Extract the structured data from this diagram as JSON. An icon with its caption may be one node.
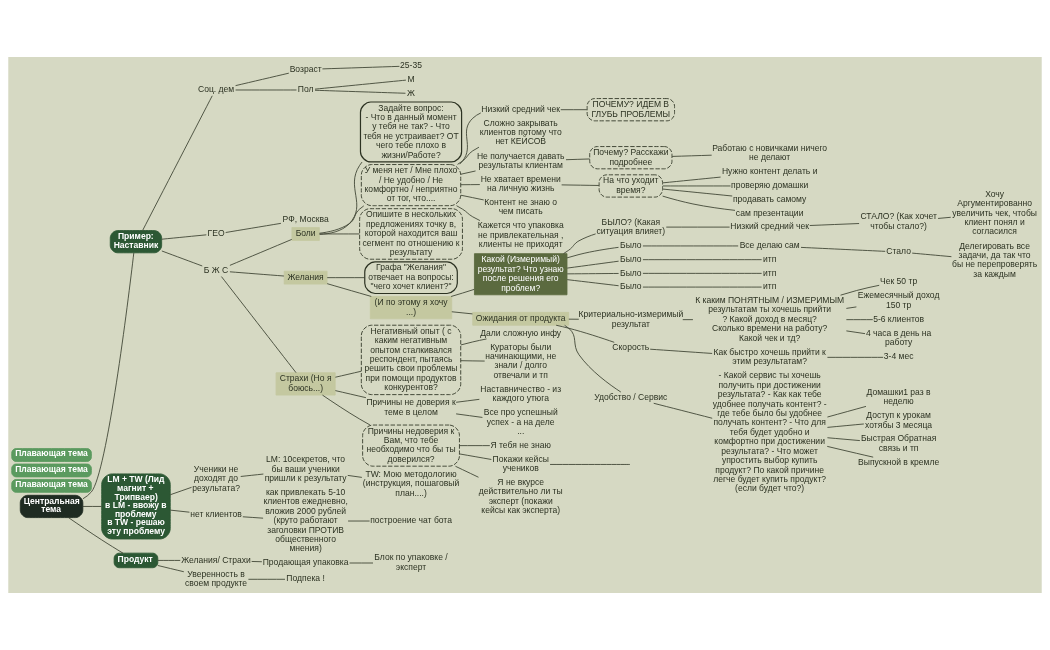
{
  "diagram": {
    "nodes": [
      {
        "text": [
          "Центральная тема"
        ]
      },
      {
        "text": [
          "Пример:",
          "Наставник"
        ]
      },
      {
        "text": [
          "Соц. дем"
        ]
      },
      {
        "text": [
          "Возраст"
        ]
      },
      {
        "text": [
          "25-35"
        ]
      },
      {
        "text": [
          "Пол"
        ]
      },
      {
        "text": [
          "М"
        ]
      },
      {
        "text": [
          "Ж"
        ]
      },
      {
        "text": [
          "ГЕО"
        ]
      },
      {
        "text": [
          "РФ, Москва"
        ]
      },
      {
        "text": [
          "Б Ж С"
        ]
      },
      {
        "text": [
          "Боли"
        ]
      },
      {
        "text": [
          "Задайте вопрос:",
          "- Что в данный момент у тебя не так? - Что тебя не устраивает? ОТ чего тебе плохо в жизни/Работе?"
        ]
      },
      {
        "text": [
          "У меня нет / Мне плохо / Не удобно / Не комфортно / неприятно от тог, что...."
        ]
      },
      {
        "text": [
          "Низкий средний чек"
        ]
      },
      {
        "text": [
          "ПОЧЕМУ? ИДЕМ В ГЛУБЬ ПРОБЛЕМЫ"
        ]
      },
      {
        "text": [
          "Сложно закрывать клиентов потому что нет КЕЙСОВ"
        ]
      },
      {
        "text": [
          "Не получается давать результаты клиентам"
        ]
      },
      {
        "text": [
          "Почему? Расскажи подробнее"
        ]
      },
      {
        "text": [
          "Работаю с новичками ничего не делают"
        ]
      },
      {
        "text": [
          "Не хватает времени на личную жизнь"
        ]
      },
      {
        "text": [
          "На что уходит время?"
        ]
      },
      {
        "text": [
          "Нужно контент делать и"
        ]
      },
      {
        "text": [
          "проверяю домашки"
        ]
      },
      {
        "text": [
          "продавать самому"
        ]
      },
      {
        "text": [
          "сам презентации"
        ]
      },
      {
        "text": [
          "Контент не знаю о чем писать"
        ]
      },
      {
        "text": [
          "Кажется что упаковка не привлекательная , клиенты не приходят"
        ]
      },
      {
        "text": [
          "Опишите в нескольких предложениях точку в, которой находится ваш сегмент по отношению к результату"
        ]
      },
      {
        "text": [
          "Желания"
        ]
      },
      {
        "text": [
          "Графа \"Желания\" отвечает на вопросы: \"чего хочет клиент?\""
        ]
      },
      {
        "text": [
          "(И по этому я хочу ...)"
        ]
      },
      {
        "text": [
          "Какой (Измеримый) результат? Что узнаю после решения его проблем?"
        ]
      },
      {
        "text": [
          "БЫЛО? (Какая ситуация влияет)"
        ]
      },
      {
        "text": [
          "Низкий средний чек"
        ]
      },
      {
        "text": [
          "СТАЛО? (Как хочет чтобы стало?)"
        ]
      },
      {
        "text": [
          "Хочу Аргументированно увеличить чек, чтобы клиент понял и согласился"
        ]
      },
      {
        "text": [
          "Было"
        ]
      },
      {
        "text": [
          "Все делаю сам"
        ]
      },
      {
        "text": [
          "Стало"
        ]
      },
      {
        "text": [
          "Делегировать все задачи, да так что бы не перепроверять за каждым"
        ]
      },
      {
        "text": [
          "Было"
        ]
      },
      {
        "text": [
          "итп"
        ]
      },
      {
        "text": [
          "Было"
        ]
      },
      {
        "text": [
          "итп"
        ]
      },
      {
        "text": [
          "Было"
        ]
      },
      {
        "text": [
          "итп"
        ]
      },
      {
        "text": [
          "Ожидания от продукта"
        ]
      },
      {
        "text": [
          "Критериально-измеримый результат"
        ]
      },
      {
        "text": [
          "К каким ПОНЯТНЫМ / ИЗМЕРИМЫМ результатам ты хочешь прийти ? Какой доход в месяц? Сколько времени на работу? Какой чек и тд?"
        ]
      },
      {
        "text": [
          "Чек 50 тр"
        ]
      },
      {
        "text": [
          "Ежемесячный доход 150 тр"
        ]
      },
      {
        "text": [
          "5-6 клиентов"
        ]
      },
      {
        "text": [
          "4 часа в день на работу"
        ]
      },
      {
        "text": [
          "Скорость"
        ]
      },
      {
        "text": [
          "Как быстро хочешь прийти к этим результатам?"
        ]
      },
      {
        "text": [
          "3-4 мес"
        ]
      },
      {
        "text": [
          "Удобство / Сервис"
        ]
      },
      {
        "text": [
          "- Какой сервис ты хочешь получить при достижении результата? - Как как тебе удобнее получать контент? - где тебе было бы удобнее получать контент? - Что для тебя будет удобно и комфортно при достижении результата? - Что может упростить выбор купить продукт? По какой причине легче будет купить продукт? (если будет что?)"
        ]
      },
      {
        "text": [
          "Домашки1 раз в неделю"
        ]
      },
      {
        "text": [
          "Доступ к урокам хотябы 3 месяца"
        ]
      },
      {
        "text": [
          "Быстрая Обратная связь и тп"
        ]
      },
      {
        "text": [
          "Выпускной в кремле"
        ]
      },
      {
        "text": [
          "Страхи (Но я боюсь...)"
        ]
      },
      {
        "text": [
          "Негативный опыт ( с каким негативным опытом сталкивался респондент, пытаясь решить свои проблемы при помощи продуктов конкурентов?"
        ]
      },
      {
        "text": [
          "Дали сложную инфу"
        ]
      },
      {
        "text": [
          "Кураторы были начинающими, не знали / долго отвечали и тп"
        ]
      },
      {
        "text": [
          "Причины не доверия к теме в целом"
        ]
      },
      {
        "text": [
          "Наставничество - из каждого утюга"
        ]
      },
      {
        "text": [
          "Все про успешный успех - а на деле ..."
        ]
      },
      {
        "text": [
          "Причины недоверия к Вам, что тебе необходимо что бы ты доверился?"
        ]
      },
      {
        "text": [
          "Я тебя не знаю"
        ]
      },
      {
        "text": [
          "Покажи кейсы учеников"
        ]
      },
      {
        "text": [
          "Я не вкурсе действительно ли ты эксперт (покажи кейсы как эксперта)"
        ]
      },
      {
        "text": [
          "LM + TW (Лид магнит + Трипваер)",
          "в LM - ввожу в проблему",
          "в TW - решаю эту проблему"
        ]
      },
      {
        "text": [
          "Ученики не доходят до результата?"
        ]
      },
      {
        "text": [
          "LM: 10секретов, что бы ваши ученики пришли к результату"
        ]
      },
      {
        "text": [
          "TW: Мою методологию (инструкция, пошаговый план....)"
        ]
      },
      {
        "text": [
          "нет клиентов"
        ]
      },
      {
        "text": [
          "как привлекать 5-10 клиентов ежедневно, вложив 2000 рублей (круто работают заголовки ПРОТИВ общественного мнения)"
        ]
      },
      {
        "text": [
          "построение чат бота"
        ]
      },
      {
        "text": [
          "Продукт"
        ]
      },
      {
        "text": [
          "Желания/ Страхи"
        ]
      },
      {
        "text": [
          "Продающая упаковка"
        ]
      },
      {
        "text": [
          "Блок по упаковке / эксперт"
        ]
      },
      {
        "text": [
          "Уверенность в своем продукте"
        ]
      },
      {
        "text": [
          "Подпека !"
        ]
      },
      {
        "text": [
          "Плавающая тема"
        ]
      },
      {
        "text": [
          "Плавающая тема"
        ]
      },
      {
        "text": [
          "Плавающая тема"
        ]
      }
    ],
    "edges": [
      {
        "from": 0,
        "to": 1,
        "arrow": "none"
      },
      {
        "from": 1,
        "to": 2,
        "arrow": "none"
      },
      {
        "from": 2,
        "to": 3,
        "arrow": "none"
      },
      {
        "from": 3,
        "to": 4,
        "arrow": "none"
      },
      {
        "from": 2,
        "to": 5,
        "arrow": "none"
      },
      {
        "from": 5,
        "to": 6,
        "arrow": "none"
      },
      {
        "from": 5,
        "to": 7,
        "arrow": "none"
      },
      {
        "from": 1,
        "to": 8,
        "arrow": "none"
      },
      {
        "from": 8,
        "to": 9,
        "arrow": "none"
      },
      {
        "from": 1,
        "to": 10,
        "arrow": "none"
      },
      {
        "from": 10,
        "to": 11,
        "arrow": "none"
      },
      {
        "from": 11,
        "to": 12,
        "arrow": "none"
      },
      {
        "from": 11,
        "to": 13,
        "arrow": "none"
      },
      {
        "from": 13,
        "to": 14,
        "arrow": "none"
      },
      {
        "from": 14,
        "to": 15,
        "arrow": "none"
      },
      {
        "from": 13,
        "to": 16,
        "arrow": "none"
      },
      {
        "from": 13,
        "to": 17,
        "arrow": "none"
      },
      {
        "from": 17,
        "to": 18,
        "arrow": "none"
      },
      {
        "from": 18,
        "to": 19,
        "arrow": "none"
      },
      {
        "from": 13,
        "to": 20,
        "arrow": "none"
      },
      {
        "from": 20,
        "to": 21,
        "arrow": "none"
      },
      {
        "from": 21,
        "to": 22,
        "arrow": "none"
      },
      {
        "from": 21,
        "to": 23,
        "arrow": "none"
      },
      {
        "from": 21,
        "to": 24,
        "arrow": "none"
      },
      {
        "from": 21,
        "to": 25,
        "arrow": "none"
      },
      {
        "from": 13,
        "to": 26,
        "arrow": "none"
      },
      {
        "from": 13,
        "to": 27,
        "arrow": "none"
      },
      {
        "from": 11,
        "to": 28,
        "arrow": "none"
      },
      {
        "from": 10,
        "to": 29,
        "arrow": "none"
      },
      {
        "from": 29,
        "to": 30,
        "arrow": "none"
      },
      {
        "from": 29,
        "to": 31,
        "arrow": "none"
      },
      {
        "from": 31,
        "to": 32,
        "arrow": "none"
      },
      {
        "from": 32,
        "to": 33,
        "arrow": "none"
      },
      {
        "from": 33,
        "to": 34,
        "arrow": "none"
      },
      {
        "from": 34,
        "to": 35,
        "arrow": "none"
      },
      {
        "from": 35,
        "to": 36,
        "arrow": "none"
      },
      {
        "from": 32,
        "to": 37,
        "arrow": "none"
      },
      {
        "from": 37,
        "to": 38,
        "arrow": "none"
      },
      {
        "from": 38,
        "to": 39,
        "arrow": "none"
      },
      {
        "from": 39,
        "to": 40,
        "arrow": "none"
      },
      {
        "from": 32,
        "to": 41,
        "arrow": "none"
      },
      {
        "from": 41,
        "to": 42,
        "arrow": "none"
      },
      {
        "from": 32,
        "to": 43,
        "arrow": "none"
      },
      {
        "from": 43,
        "to": 44,
        "arrow": "none"
      },
      {
        "from": 32,
        "to": 45,
        "arrow": "none"
      },
      {
        "from": 45,
        "to": 46,
        "arrow": "none"
      },
      {
        "from": 31,
        "to": 47,
        "arrow": "none"
      },
      {
        "from": 47,
        "to": 48,
        "arrow": "none"
      },
      {
        "from": 48,
        "to": 49,
        "arrow": "none"
      },
      {
        "from": 49,
        "to": 50,
        "arrow": "none"
      },
      {
        "from": 49,
        "to": 51,
        "arrow": "none"
      },
      {
        "from": 49,
        "to": 52,
        "arrow": "none"
      },
      {
        "from": 49,
        "to": 53,
        "arrow": "none"
      },
      {
        "from": 47,
        "to": 54,
        "arrow": "none"
      },
      {
        "from": 54,
        "to": 55,
        "arrow": "none"
      },
      {
        "from": 55,
        "to": 56,
        "arrow": "none"
      },
      {
        "from": 47,
        "to": 57,
        "arrow": "none"
      },
      {
        "from": 57,
        "to": 58,
        "arrow": "none"
      },
      {
        "from": 58,
        "to": 59,
        "arrow": "none"
      },
      {
        "from": 58,
        "to": 60,
        "arrow": "none"
      },
      {
        "from": 58,
        "to": 61,
        "arrow": "none"
      },
      {
        "from": 58,
        "to": 62,
        "arrow": "none"
      },
      {
        "from": 10,
        "to": 63,
        "arrow": "none"
      },
      {
        "from": 63,
        "to": 64,
        "arrow": "none"
      },
      {
        "from": 64,
        "to": 65,
        "arrow": "none"
      },
      {
        "from": 64,
        "to": 66,
        "arrow": "none"
      },
      {
        "from": 63,
        "to": 67,
        "arrow": "none"
      },
      {
        "from": 67,
        "to": 68,
        "arrow": "none"
      },
      {
        "from": 67,
        "to": 69,
        "arrow": "none"
      },
      {
        "from": 63,
        "to": 70,
        "arrow": "none"
      },
      {
        "from": 70,
        "to": 71,
        "arrow": "none"
      },
      {
        "from": 70,
        "to": 72,
        "arrow": "none"
      },
      {
        "from": 72,
        "to": null,
        "arrow": "none"
      },
      {
        "from": 70,
        "to": 73,
        "arrow": "none"
      },
      {
        "from": 0,
        "to": 74,
        "arrow": "none"
      },
      {
        "from": 74,
        "to": 75,
        "arrow": "none"
      },
      {
        "from": 75,
        "to": 76,
        "arrow": "none"
      },
      {
        "from": 76,
        "to": 77,
        "arrow": "none"
      },
      {
        "from": 74,
        "to": 78,
        "arrow": "none"
      },
      {
        "from": 78,
        "to": 79,
        "arrow": "none"
      },
      {
        "from": 79,
        "to": 80,
        "arrow": "none"
      },
      {
        "from": 0,
        "to": 81,
        "arrow": "none"
      },
      {
        "from": 81,
        "to": 82,
        "arrow": "none"
      },
      {
        "from": 82,
        "to": 83,
        "arrow": "none"
      },
      {
        "from": 83,
        "to": 84,
        "arrow": "none"
      },
      {
        "from": 81,
        "to": 85,
        "arrow": "none"
      },
      {
        "from": 85,
        "to": 86,
        "arrow": "none"
      }
    ]
  }
}
